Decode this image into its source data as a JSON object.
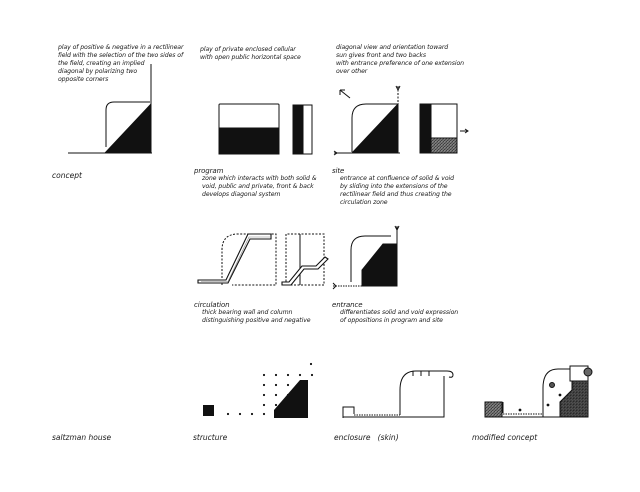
{
  "sheet": {
    "background": "#ffffff",
    "ink": "#111111"
  },
  "row1": {
    "concept": {
      "note": "play of positive & negative in a rectilinear\nfield with the selection of the two sides of\nthe field, creating an implied\ndiagonal by polarizing two\nopposite corners",
      "caption": "concept"
    },
    "private_public": {
      "note": "play of private enclosed cellular\nwith open public horizontal space"
    },
    "diagonal_view": {
      "note": "diagonal view and orientation toward\nsun gives front and two backs\nwith entrance preference of one extension\nover other"
    }
  },
  "row2": {
    "program": {
      "heading": "program",
      "note": "zone which interacts with both solid &\nvoid, public and private, front & back\ndevelops diagonal system"
    },
    "site": {
      "heading": "site",
      "note": "entrance at confluence of solid & void\nby sliding into the extensions of the\nrectilinear field and thus creating the\ncirculation zone"
    },
    "circulation": {
      "heading": "circulation",
      "note": "thick bearing wall and column\ndistinguishing positive and negative"
    },
    "entrance": {
      "heading": "entrance",
      "note": "differentiates solid and void expression\nof oppositions in program and site"
    }
  },
  "row3": {
    "captions": [
      "saltzman house",
      "structure",
      "enclosure   (skin)",
      "modified concept"
    ]
  }
}
